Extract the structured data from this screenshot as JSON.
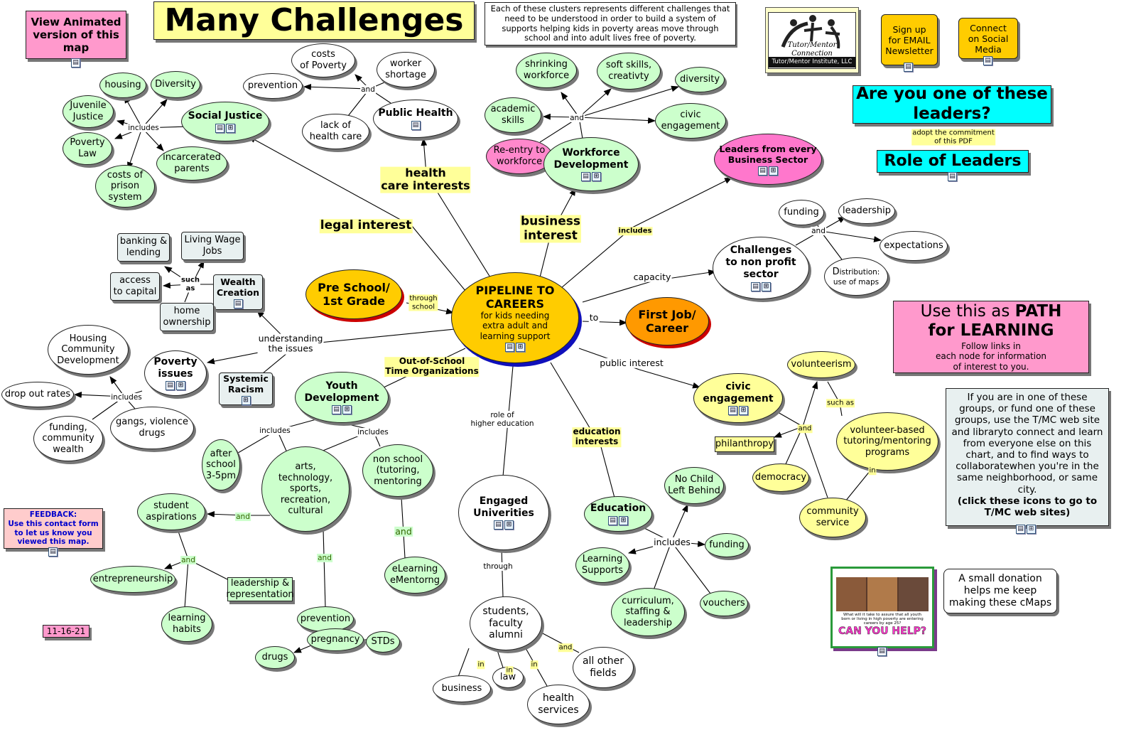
{
  "colors": {
    "green": "#ccffcc",
    "white": "#ffffff",
    "yellow": "#ffff99",
    "orange": "#ffcc00",
    "pink": "#ff99cc",
    "cyan": "#00ffff"
  },
  "icons": {
    "doc": "document-icon",
    "map": "cmap-icon"
  },
  "header": {
    "title": "Many Challenges",
    "animated": "View Animated version of this map",
    "description": "Each of these clusters represents different challenges that need to be understood in order to build a system of supports helping kids in poverty areas move through school and into adult lives free of poverty.",
    "logo_text": "Tutor/Mentor Connection",
    "logo_caption": "Tutor/Mentor Institute, LLC",
    "signup": "Sign up for EMAIL Newsletter",
    "connect": "Connect on Social Media"
  },
  "right": {
    "leaders_question": "Are you one of these leaders?",
    "adopt": "adopt the commitment\nof this PDF",
    "role": "Role of Leaders",
    "path_title_a": "Use this as ",
    "path_title_b": "PATH",
    "path_title_c": "for LEARNING",
    "path_sub": "Follow links in\neach node for information\nof interest to you.",
    "groups_text": "If you are in one of these groups, or fund one of these groups, use the T/MC web site and libraryto connect and learn from everyone else on this chart, and to find ways to collaboratewhen you're in the same neighborhood, or same city.",
    "groups_bold": "(click these icons to go to T/MC web sites)",
    "poster_text": "What will it take to assure that all youth born or living in high poverty are entering careers by age 25?",
    "poster_cta": "CAN YOU HELP?",
    "donation": "A small donation helps me keep making these cMaps"
  },
  "left": {
    "feedback_title": "FEEDBACK:",
    "feedback_text": "Use this contact form to let us know you viewed this map.",
    "date": "11-16-21"
  },
  "nodes": {
    "pipeline": "PIPELINE TO\nCAREERS",
    "pipeline_sub": "for kids needing\nextra adult and\nlearning support",
    "preschool": "Pre School/\n1st Grade",
    "firstjob": "First Job/\nCareer",
    "social_justice": "Social Justice",
    "housing": "housing",
    "diversity_sj": "Diversity",
    "juvenile": "Juvenile\nJustice",
    "poverty_law": "Poverty\nLaw",
    "incarcerated": "incarcerated\nparents",
    "prison": "costs of\nprison\nsystem",
    "costs_poverty": "costs\nof Poverty",
    "prevention_ph": "prevention",
    "worker": "worker\nshortage",
    "lack": "lack of\nhealth care",
    "public_health": "Public Health",
    "shrinking": "shrinking\nworkforce",
    "soft": "soft skills,\ncreativty",
    "diversity_wd": "diversity",
    "academic": "academic\nskills",
    "civic_wd": "civic\nengagement",
    "reentry": "Re-entry to\nworkforce",
    "workforce": "Workforce\nDevelopment",
    "leaders_every": "Leaders from every\nBusiness Sector",
    "funding_np": "funding",
    "leadership_np": "leadership",
    "expectations": "expectations",
    "distribution_a": "D",
    "distribution_b": "istribution:",
    "distribution_c": "use of maps",
    "challenges": "Challenges\nto non profit\nsector",
    "banking": "banking &\nlending",
    "living_wage": "Living Wage\nJobs",
    "access": "access\nto capital",
    "wealth": "Wealth\nCreation",
    "home": "home\nownership",
    "housing_cd": "Housing\nCommunity\nDevelopment",
    "poverty_issues": "Poverty\nissues",
    "systemic": "Systemic\nRacism",
    "dropout": "drop out rates",
    "funding_cw": "funding,\ncommunity\nwealth",
    "gangs": "gangs, violence\ndrugs",
    "youth": "Youth\nDevelopment",
    "afterschool": "after\nschool\n3-5pm",
    "arts": "arts,\ntechnology,\nsports,\nrecreation,\ncultural",
    "nonschool": "non school\n(tutoring,\nmentoring",
    "student_asp": "student\naspirations",
    "entrepreneurship": "entrepreneurship",
    "leadership_rep": "leadership &\nrepresentation",
    "learning_habits": "learning\nhabits",
    "prevention_yd": "prevention",
    "pregnancy": "pregnancy",
    "stds": "STDs",
    "drugs": "drugs",
    "elearning": "eLearning\neMentorng",
    "engaged": "Engaged\nUniverities",
    "students": "students,\nfaculty\nalumni",
    "business": "business",
    "law": "law",
    "health_services": "health\nservices",
    "all_other": "all other\nfields",
    "education": "Education",
    "nochild": "No Child\nLeft Behind",
    "funding_ed": "funding",
    "learning_supports": "Learning\nSupports",
    "curriculum": "curriculum,\nstaffing &\nleadership",
    "vouchers": "vouchers",
    "civic": "civic\nengagement",
    "volunteerism": "volunteerism",
    "philanthropy": "philanthropy",
    "vbtm": "volunteer-based\ntutoring/mentoring\nprograms",
    "democracy": "democracy",
    "community_service": "community\nservice"
  },
  "labels": {
    "legal": "legal interest",
    "health": "health\ncare interests",
    "business": "business\ninterest",
    "includes_b": "includes",
    "capacity": "capacity",
    "to": "to",
    "through_school": "through\nschool",
    "public_interest": "public interest",
    "understanding": "understanding\nthe issues",
    "out_of_school": "Out-of-School\nTime Organizations",
    "role_higher": "role of\nhigher education",
    "education_interests": "education\ninterests",
    "includes_sj": "includes",
    "and_ph": "and",
    "and_wd": "and",
    "and_np": "and",
    "such_as": "such\nas",
    "includes_pi": "includes",
    "includes_yd1": "includes",
    "includes_yd2": "includes",
    "and_yd": "and",
    "and_sa": "and",
    "and_arts": "and",
    "and_ns": "and",
    "through_eu": "through",
    "in1": "in",
    "in2": "in",
    "in3": "in",
    "and_st": "and",
    "includes_ed": "includes",
    "and_civic": "and",
    "such_as_v": "such as",
    "in_v": "in"
  }
}
